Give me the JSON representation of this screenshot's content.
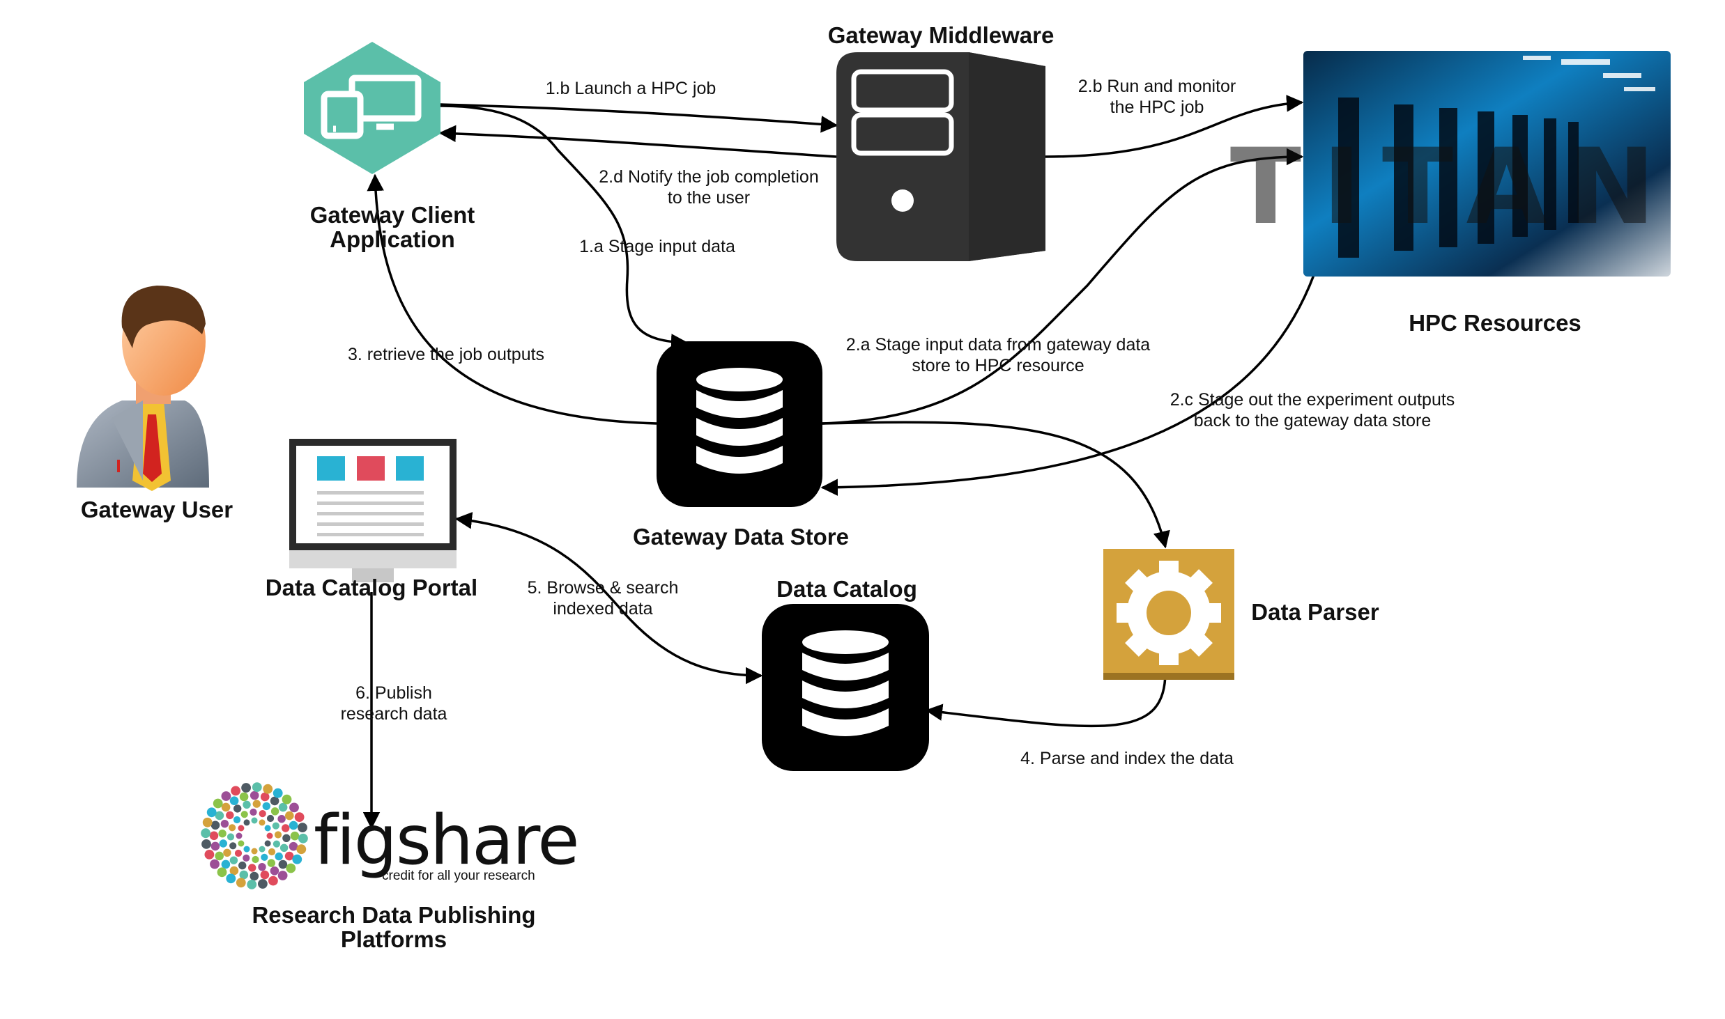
{
  "nodes": {
    "gateway_user": "Gateway User",
    "gateway_client_line1": "Gateway Client",
    "gateway_client_line2": "Application",
    "gateway_middleware": "Gateway Middleware",
    "hpc_resources": "HPC Resources",
    "gateway_data_store": "Gateway Data Store",
    "data_catalog_portal": "Data Catalog Portal",
    "data_catalog": "Data Catalog",
    "data_parser": "Data Parser",
    "publishing_line1": "Research Data Publishing",
    "publishing_line2": "Platforms"
  },
  "edges": {
    "e1b": "1.b Launch a HPC job",
    "e2d_line1": "2.d Notify the job completion",
    "e2d_line2": "to the user",
    "e1a": "1.a Stage input data",
    "e2b_line1": "2.b Run and monitor",
    "e2b_line2": "the HPC job",
    "e3": "3. retrieve the job outputs",
    "e2a_line1": "2.a Stage input data from gateway data",
    "e2a_line2": "store to HPC resource",
    "e2c_line1": "2.c Stage out the experiment outputs",
    "e2c_line2": "back to the gateway data store",
    "e5_line1": "5. Browse & search",
    "e5_line2": "indexed data",
    "e6_line1": "6. Publish",
    "e6_line2": "research data",
    "e4": "4. Parse and index the data"
  },
  "logos": {
    "figshare_word": "figshare",
    "figshare_tagline": "credit for all your research",
    "titan_text": "TITAN"
  },
  "icons": {
    "client": "devices-hexagon-icon",
    "middleware": "server-tower-icon",
    "hpc": "supercomputer-photo",
    "user": "user-avatar-icon",
    "portal": "monitor-icon",
    "data_store": "database-icon",
    "catalog": "database-icon",
    "parser": "gear-icon"
  },
  "colors": {
    "client_hex": "#5bbfa9",
    "parser_gold": "#d4a23c",
    "portal_blue": "#29b2d3",
    "portal_red": "#e04b5c",
    "figshare_text": "#4e5a63"
  }
}
